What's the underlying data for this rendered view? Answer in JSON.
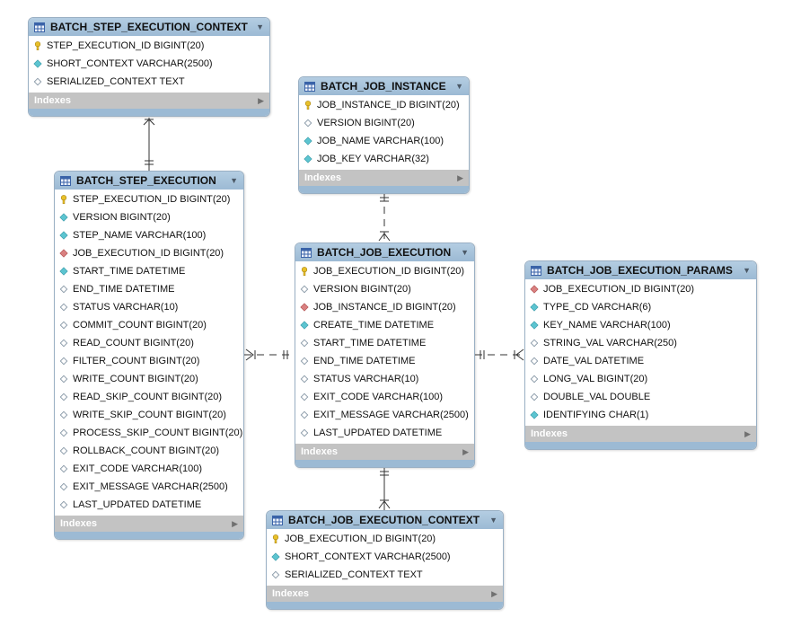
{
  "icons": {
    "table": "table-grid-icon",
    "pk": "primary-key-icon",
    "fk": "foreign-key-icon",
    "not_null": "not-null-column-icon",
    "nullable": "nullable-column-icon",
    "collapse": "collapse-triangle-icon",
    "expand": "expand-triangle-icon"
  },
  "colors": {
    "header": "#a7c4dc",
    "indexes_bar": "#c3c3c3",
    "pk": "#e8c02a",
    "fk": "#d98080",
    "not_null": "#5cc4d0",
    "connector": "#333333"
  },
  "indexes_label": "Indexes",
  "tables": [
    {
      "name": "BATCH_STEP_EXECUTION_CONTEXT",
      "columns": [
        {
          "kind": "pk",
          "text": "STEP_EXECUTION_ID BIGINT(20)"
        },
        {
          "kind": "nn",
          "text": "SHORT_CONTEXT VARCHAR(2500)"
        },
        {
          "kind": "null",
          "text": "SERIALIZED_CONTEXT TEXT"
        }
      ]
    },
    {
      "name": "BATCH_JOB_INSTANCE",
      "columns": [
        {
          "kind": "pk",
          "text": "JOB_INSTANCE_ID BIGINT(20)"
        },
        {
          "kind": "null",
          "text": "VERSION BIGINT(20)"
        },
        {
          "kind": "nn",
          "text": "JOB_NAME VARCHAR(100)"
        },
        {
          "kind": "nn",
          "text": "JOB_KEY VARCHAR(32)"
        }
      ]
    },
    {
      "name": "BATCH_STEP_EXECUTION",
      "columns": [
        {
          "kind": "pk",
          "text": "STEP_EXECUTION_ID BIGINT(20)"
        },
        {
          "kind": "nn",
          "text": "VERSION BIGINT(20)"
        },
        {
          "kind": "nn",
          "text": "STEP_NAME VARCHAR(100)"
        },
        {
          "kind": "fk",
          "text": "JOB_EXECUTION_ID BIGINT(20)"
        },
        {
          "kind": "nn",
          "text": "START_TIME DATETIME"
        },
        {
          "kind": "null",
          "text": "END_TIME DATETIME"
        },
        {
          "kind": "null",
          "text": "STATUS VARCHAR(10)"
        },
        {
          "kind": "null",
          "text": "COMMIT_COUNT BIGINT(20)"
        },
        {
          "kind": "null",
          "text": "READ_COUNT BIGINT(20)"
        },
        {
          "kind": "null",
          "text": "FILTER_COUNT BIGINT(20)"
        },
        {
          "kind": "null",
          "text": "WRITE_COUNT BIGINT(20)"
        },
        {
          "kind": "null",
          "text": "READ_SKIP_COUNT BIGINT(20)"
        },
        {
          "kind": "null",
          "text": "WRITE_SKIP_COUNT BIGINT(20)"
        },
        {
          "kind": "null",
          "text": "PROCESS_SKIP_COUNT BIGINT(20)"
        },
        {
          "kind": "null",
          "text": "ROLLBACK_COUNT BIGINT(20)"
        },
        {
          "kind": "null",
          "text": "EXIT_CODE VARCHAR(100)"
        },
        {
          "kind": "null",
          "text": "EXIT_MESSAGE VARCHAR(2500)"
        },
        {
          "kind": "null",
          "text": "LAST_UPDATED DATETIME"
        }
      ]
    },
    {
      "name": "BATCH_JOB_EXECUTION",
      "columns": [
        {
          "kind": "pk",
          "text": "JOB_EXECUTION_ID BIGINT(20)"
        },
        {
          "kind": "null",
          "text": "VERSION BIGINT(20)"
        },
        {
          "kind": "fk",
          "text": "JOB_INSTANCE_ID BIGINT(20)"
        },
        {
          "kind": "nn",
          "text": "CREATE_TIME DATETIME"
        },
        {
          "kind": "null",
          "text": "START_TIME DATETIME"
        },
        {
          "kind": "null",
          "text": "END_TIME DATETIME"
        },
        {
          "kind": "null",
          "text": "STATUS VARCHAR(10)"
        },
        {
          "kind": "null",
          "text": "EXIT_CODE VARCHAR(100)"
        },
        {
          "kind": "null",
          "text": "EXIT_MESSAGE VARCHAR(2500)"
        },
        {
          "kind": "null",
          "text": "LAST_UPDATED DATETIME"
        }
      ]
    },
    {
      "name": "BATCH_JOB_EXECUTION_PARAMS",
      "columns": [
        {
          "kind": "fk",
          "text": "JOB_EXECUTION_ID BIGINT(20)"
        },
        {
          "kind": "nn",
          "text": "TYPE_CD VARCHAR(6)"
        },
        {
          "kind": "nn",
          "text": "KEY_NAME VARCHAR(100)"
        },
        {
          "kind": "null",
          "text": "STRING_VAL VARCHAR(250)"
        },
        {
          "kind": "null",
          "text": "DATE_VAL DATETIME"
        },
        {
          "kind": "null",
          "text": "LONG_VAL BIGINT(20)"
        },
        {
          "kind": "null",
          "text": "DOUBLE_VAL DOUBLE"
        },
        {
          "kind": "nn",
          "text": "IDENTIFYING CHAR(1)"
        }
      ]
    },
    {
      "name": "BATCH_JOB_EXECUTION_CONTEXT",
      "columns": [
        {
          "kind": "pk",
          "text": "JOB_EXECUTION_ID BIGINT(20)"
        },
        {
          "kind": "nn",
          "text": "SHORT_CONTEXT VARCHAR(2500)"
        },
        {
          "kind": "null",
          "text": "SERIALIZED_CONTEXT TEXT"
        }
      ]
    }
  ],
  "relationships": [
    {
      "from": "BATCH_STEP_EXECUTION",
      "to": "BATCH_STEP_EXECUTION_CONTEXT",
      "identifying": true
    },
    {
      "from": "BATCH_JOB_INSTANCE",
      "to": "BATCH_JOB_EXECUTION",
      "identifying": false
    },
    {
      "from": "BATCH_STEP_EXECUTION",
      "to": "BATCH_JOB_EXECUTION",
      "identifying": false
    },
    {
      "from": "BATCH_JOB_EXECUTION",
      "to": "BATCH_JOB_EXECUTION_PARAMS",
      "identifying": false
    },
    {
      "from": "BATCH_JOB_EXECUTION",
      "to": "BATCH_JOB_EXECUTION_CONTEXT",
      "identifying": true
    }
  ]
}
